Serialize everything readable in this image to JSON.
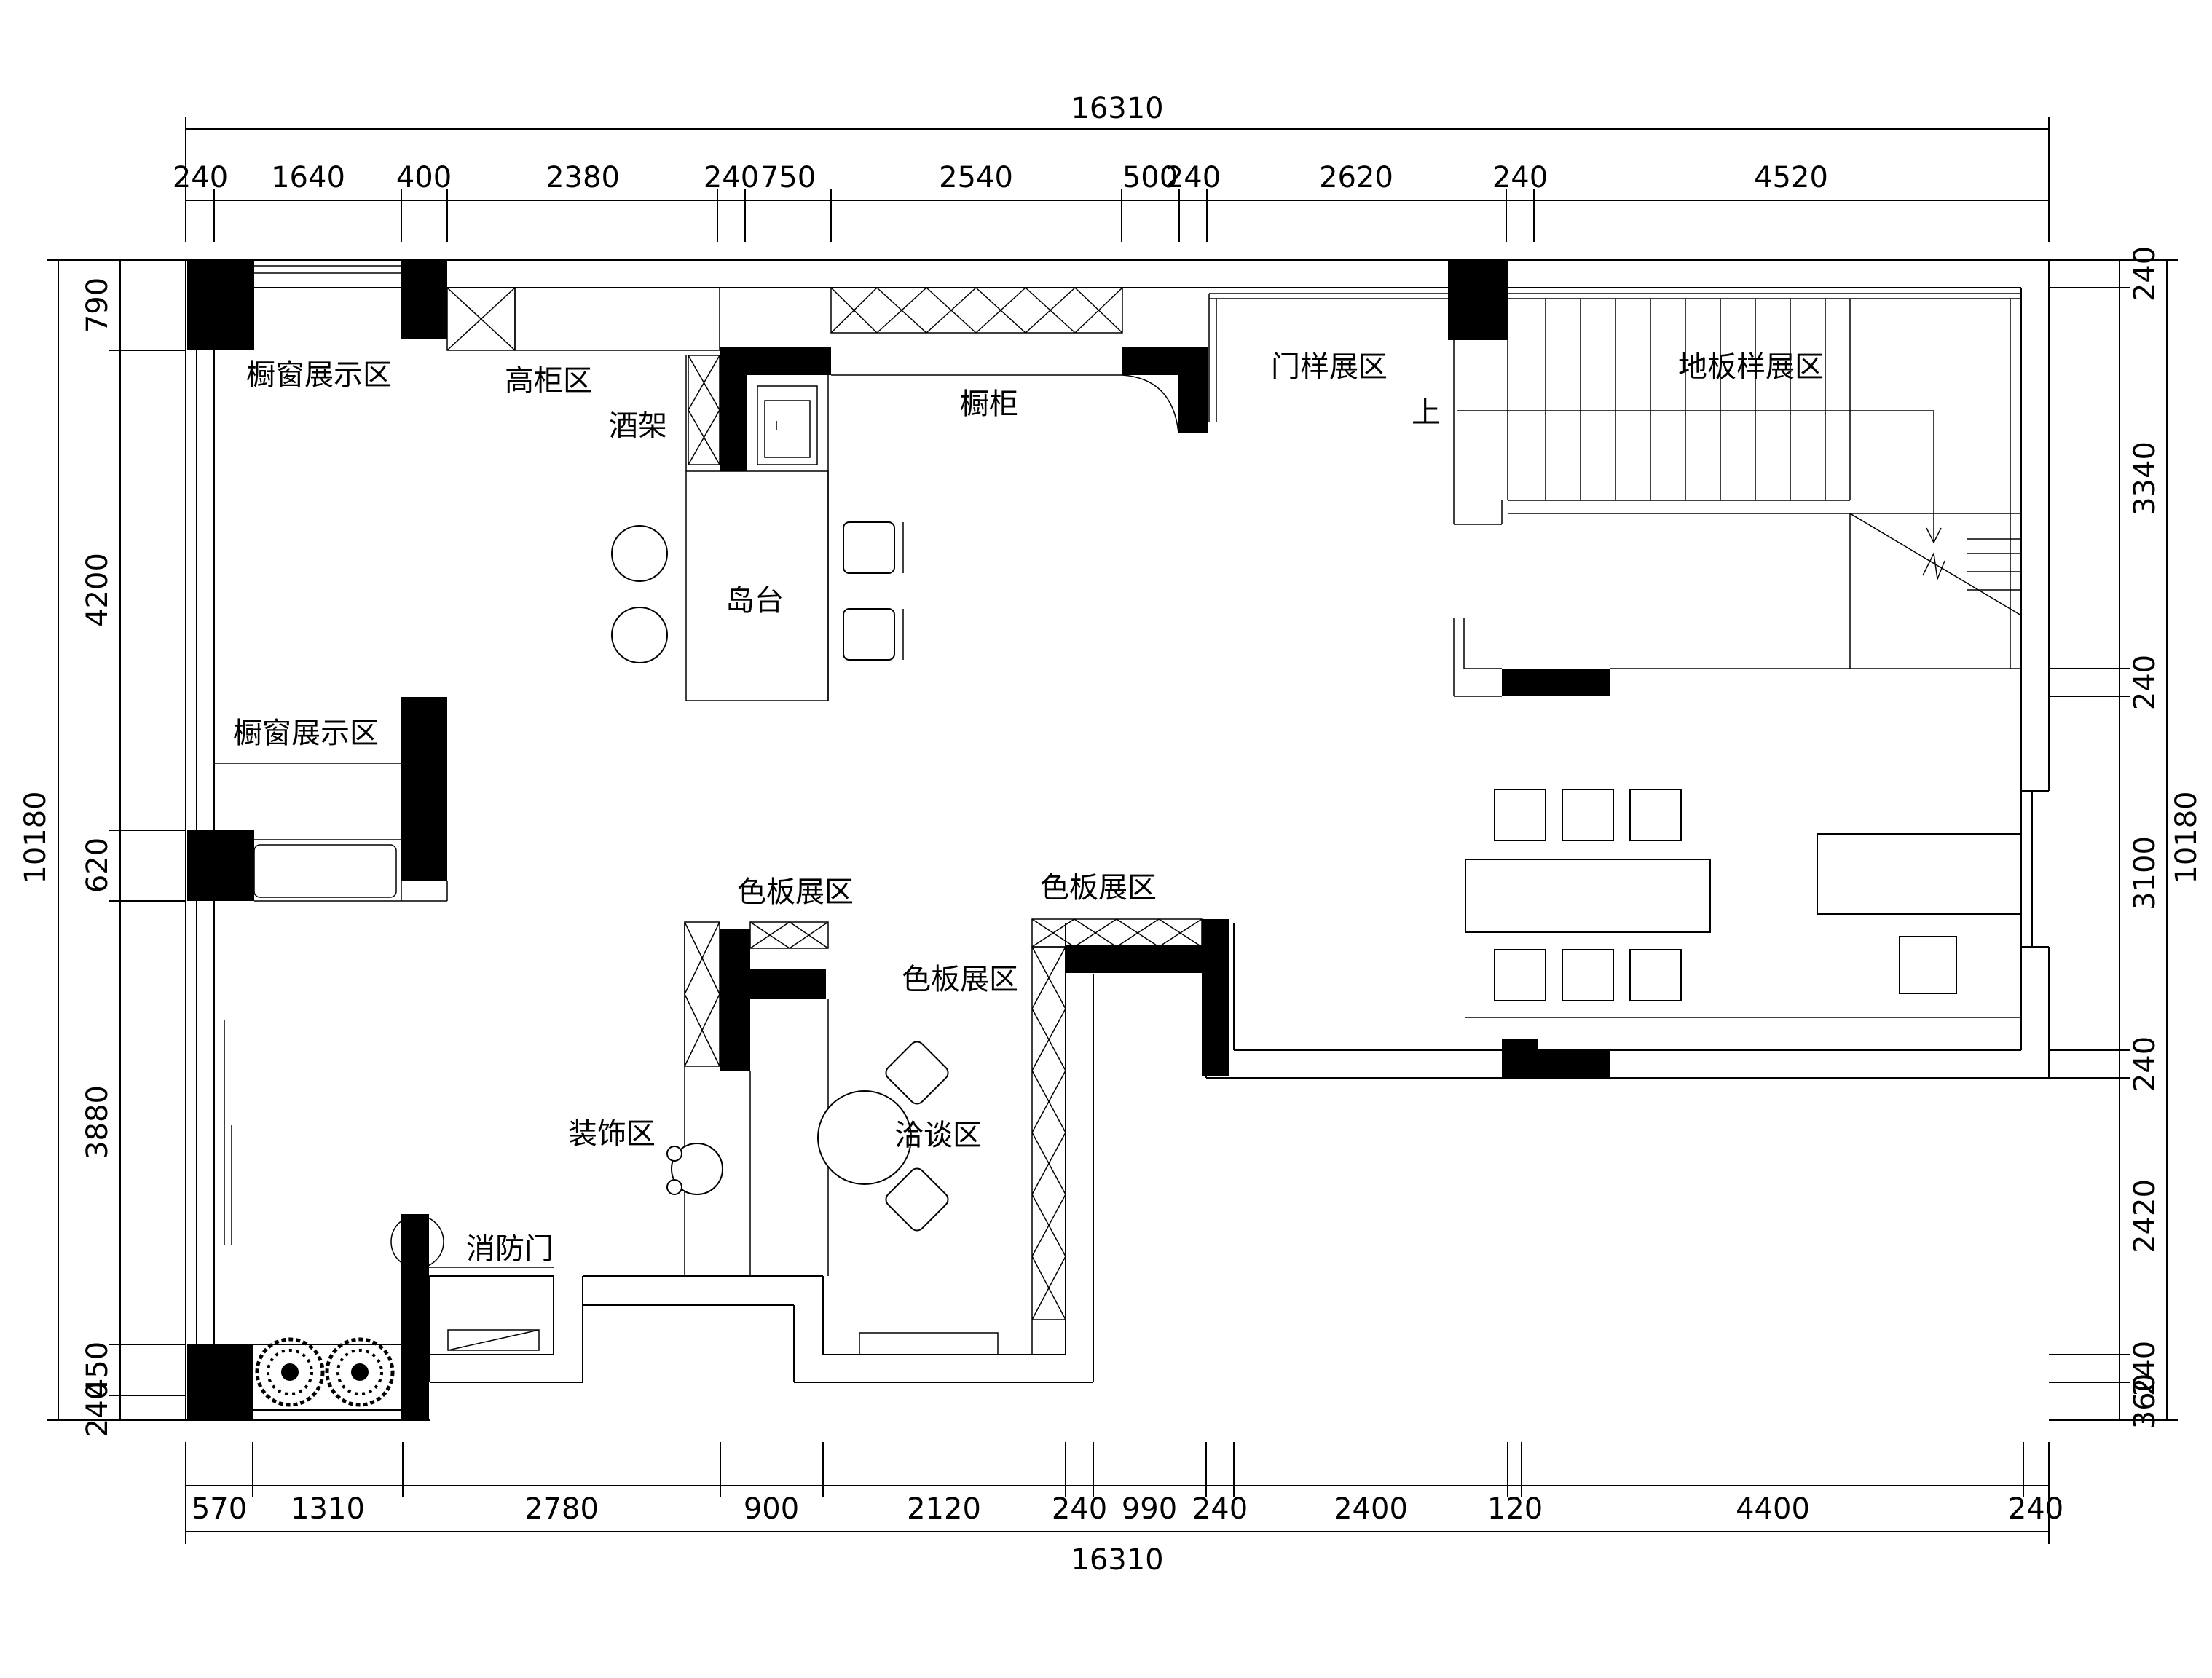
{
  "dimensions": {
    "top_total": "16310",
    "top": [
      "240",
      "1640",
      "400",
      "2380",
      "240",
      "750",
      "2540",
      "500",
      "240",
      "2620",
      "240",
      "4520"
    ],
    "bottom": [
      "570",
      "1310",
      "2780",
      "900",
      "2120",
      "240",
      "990",
      "240",
      "2400",
      "120",
      "4400",
      "240"
    ],
    "bottom_total": "16310",
    "left_total": "10180",
    "left": [
      "790",
      "4200",
      "620",
      "3880",
      "450",
      "240"
    ],
    "right_total": "10180",
    "right": [
      "240",
      "3340",
      "240",
      "3100",
      "240",
      "2420",
      "240",
      "360"
    ]
  },
  "rooms": {
    "window_display_1": "橱窗展示区",
    "tall_cabinet": "高柜区",
    "wine_rack": "酒架",
    "cabinet": "橱柜",
    "door_sample": "门样展区",
    "floor_sample": "地板样展区",
    "stair_up": "上",
    "island": "岛台",
    "window_display_2": "橱窗展示区",
    "color_panel_1": "色板展区",
    "color_panel_2": "色板展区",
    "color_panel_3": "色板展区",
    "decor": "装饰区",
    "negotiation": "洽谈区",
    "fire_door": "消防门"
  },
  "colors": {
    "wall": "#000000",
    "line": "#000000",
    "background": "#ffffff"
  }
}
